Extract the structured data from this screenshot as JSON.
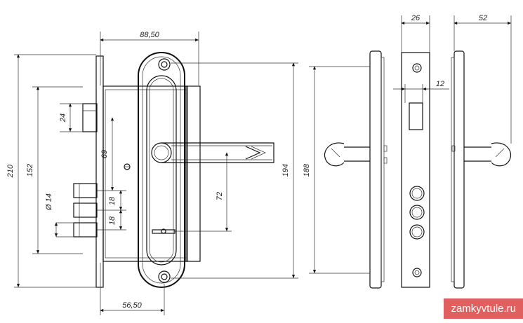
{
  "dimensions": {
    "width_top": "88,50",
    "width_bottom": "56,50",
    "height_total": "210",
    "height_bolts": "152",
    "bolt_spacing": "24",
    "bolt_diameter": "Ø 14",
    "pin_spacing_1": "18",
    "pin_spacing_2": "18",
    "handle_to_key": "69",
    "handle_center": "72",
    "plate_height": "194",
    "side_height": "188",
    "side_depth": "26",
    "side_inner": "12",
    "handle_projection": "52"
  },
  "watermark": "zamkyvtule.ru"
}
